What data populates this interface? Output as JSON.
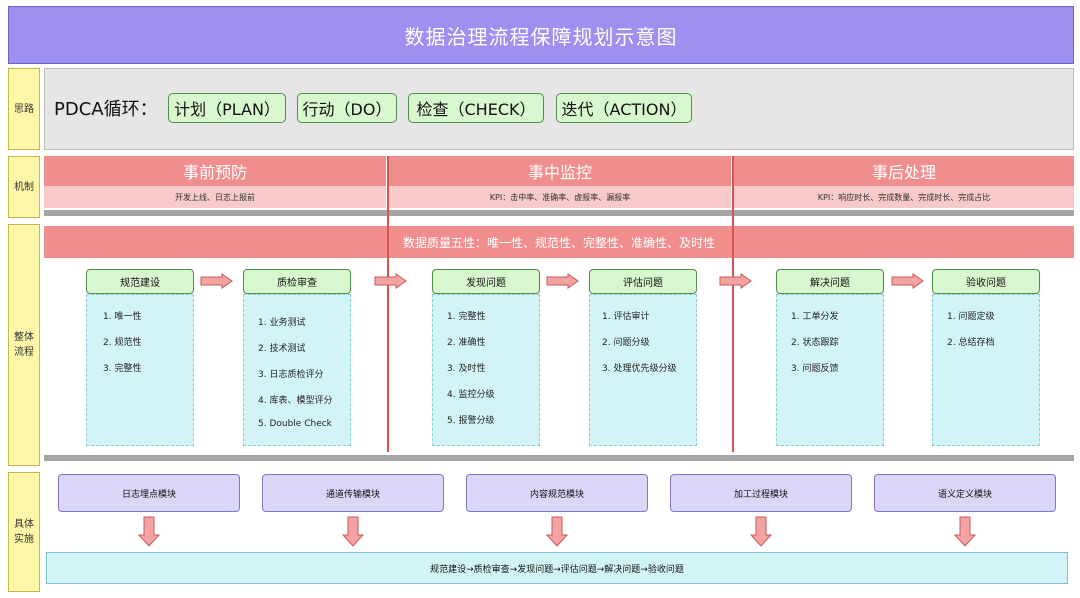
{
  "title": "数据治理流程保障规划示意图",
  "rows": {
    "idea": "思路",
    "mechanism": "机制",
    "process": [
      "整体",
      "流程"
    ],
    "implementation": [
      "具体",
      "实施"
    ]
  },
  "pdca": {
    "label": "PDCA循环：",
    "items": [
      "计划（PLAN）",
      "行动（DO）",
      "检查（CHECK）",
      "迭代（ACTION）"
    ]
  },
  "phases": [
    {
      "title": "事前预防",
      "subtitle": "开发上线、日志上报前"
    },
    {
      "title": "事中监控",
      "subtitle": "KPI：击中率、准确率、虚报率、漏报率"
    },
    {
      "title": "事后处理",
      "subtitle": "KPI：响应时长、完成数量、完成时长、完成占比"
    }
  ],
  "quality_banner": "数据质量五性：唯一性、规范性、完整性、准确性、及时性",
  "steps": [
    {
      "title": "规范建设",
      "items": [
        "1. 唯一性",
        "2. 规范性",
        "3. 完整性"
      ]
    },
    {
      "title": "质检审查",
      "items": [
        "1. 业务测试",
        "2. 技术测试",
        "3. 日志质检评分",
        "4. 库表、模型评分",
        "5. Double Check"
      ]
    },
    {
      "title": "发现问题",
      "items": [
        "1. 完整性",
        "2. 准确性",
        "3. 及时性",
        "4. 监控分级",
        "5. 报警分级"
      ]
    },
    {
      "title": "评估问题",
      "items": [
        "1. 评估审计",
        "2. 问题分级",
        "3. 处理优先级分级"
      ]
    },
    {
      "title": "解决问题",
      "items": [
        "1. 工单分发",
        "2. 状态跟踪",
        "3. 问题反馈"
      ]
    },
    {
      "title": "验收问题",
      "items": [
        "1. 问题定级",
        "2. 总结存档"
      ]
    }
  ],
  "modules": [
    "日志埋点模块",
    "通道传输模块",
    "内容规范模块",
    "加工过程模块",
    "语义定义模块"
  ],
  "flow": "规范建设→质检审查→发现问题→评估问题→解决问题→验收问题",
  "colors": {
    "title_bg": "#9d90f0",
    "row_label_bg": "#fff7a8",
    "pdca_box_bg": "#d8f7cf",
    "phase_head_bg": "#f08e8e",
    "phase_sub_bg": "#f7c9c9",
    "step_body_bg": "#d3f4f7",
    "module_bg": "#d9d6f7",
    "arrow_fill": "#f4a3a3"
  }
}
